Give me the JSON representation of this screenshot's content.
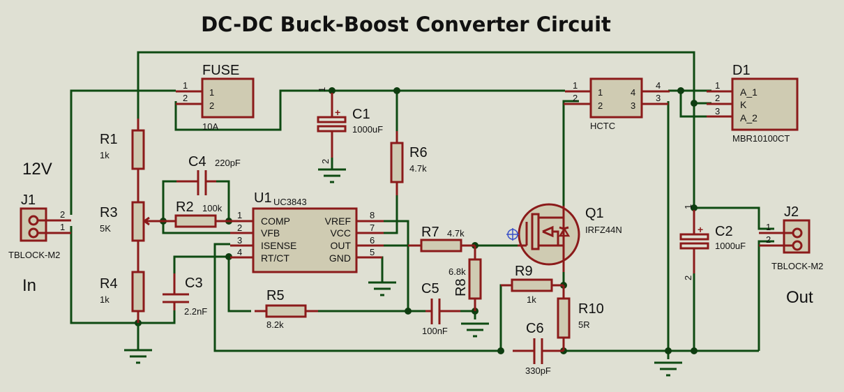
{
  "title": "DC-DC Buck-Boost Converter Circuit",
  "labels": {
    "input_voltage": "12V",
    "input": "In",
    "output": "Out"
  },
  "colors": {
    "background": "#dfe0d3",
    "wire": "#0e4a12",
    "component": "#8b1a1a",
    "component_fill": "#cfcbb2"
  },
  "components": {
    "J1": {
      "ref": "J1",
      "value": "TBLOCK-M2",
      "pins": [
        "1",
        "2"
      ]
    },
    "J2": {
      "ref": "J2",
      "value": "TBLOCK-M2",
      "pins": [
        "1",
        "2"
      ]
    },
    "FUSE": {
      "ref": "FUSE",
      "value": "10A",
      "pins": [
        "1",
        "2"
      ]
    },
    "R1": {
      "ref": "R1",
      "value": "1k"
    },
    "R2": {
      "ref": "R2",
      "value": "100k"
    },
    "R3": {
      "ref": "R3",
      "value": "5K"
    },
    "R4": {
      "ref": "R4",
      "value": "1k"
    },
    "R5": {
      "ref": "R5",
      "value": "8.2k"
    },
    "R6": {
      "ref": "R6",
      "value": "4.7k"
    },
    "R7": {
      "ref": "R7",
      "value": "4.7k"
    },
    "R8": {
      "ref": "R8",
      "value": "6.8k"
    },
    "R9": {
      "ref": "R9",
      "value": "1k"
    },
    "R10": {
      "ref": "R10",
      "value": "5R"
    },
    "C1": {
      "ref": "C1",
      "value": "1000uF",
      "pins": [
        "1",
        "2"
      ]
    },
    "C2": {
      "ref": "C2",
      "value": "1000uF",
      "pins": [
        "1",
        "2"
      ]
    },
    "C3": {
      "ref": "C3",
      "value": "2.2nF"
    },
    "C4": {
      "ref": "C4",
      "value": "220pF"
    },
    "C5": {
      "ref": "C5",
      "value": "100nF"
    },
    "C6": {
      "ref": "C6",
      "value": "330pF"
    },
    "U1": {
      "ref": "U1",
      "value": "UC3843",
      "left_pins": [
        {
          "num": "1",
          "name": "COMP"
        },
        {
          "num": "2",
          "name": "VFB"
        },
        {
          "num": "3",
          "name": "ISENSE"
        },
        {
          "num": "4",
          "name": "RT/CT"
        }
      ],
      "right_pins": [
        {
          "num": "8",
          "name": "VREF"
        },
        {
          "num": "7",
          "name": "VCC"
        },
        {
          "num": "6",
          "name": "OUT"
        },
        {
          "num": "5",
          "name": "GND"
        }
      ]
    },
    "Q1": {
      "ref": "Q1",
      "value": "IRFZ44N"
    },
    "L1": {
      "ref": "",
      "value": "HCTC",
      "pins": [
        "1",
        "2",
        "4",
        "3"
      ]
    },
    "D1": {
      "ref": "D1",
      "value": "MBR10100CT",
      "pins": [
        {
          "num": "1",
          "name": "A_1"
        },
        {
          "num": "2",
          "name": "K"
        },
        {
          "num": "3",
          "name": "A_2"
        }
      ]
    }
  }
}
